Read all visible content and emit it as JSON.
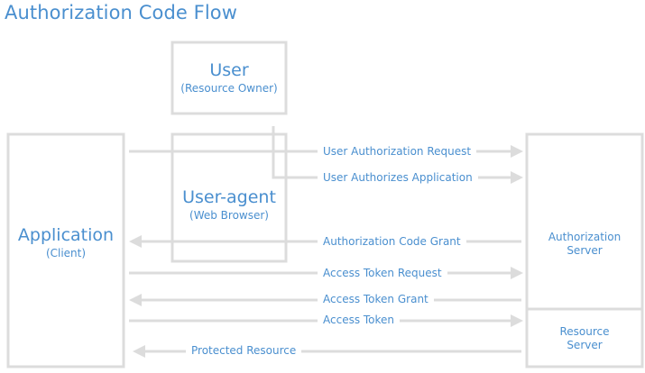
{
  "title": "Authorization Code Flow",
  "nodes": {
    "user": {
      "name": "User",
      "role": "(Resource Owner)"
    },
    "user_agent": {
      "name": "User-agent",
      "role": "(Web Browser)"
    },
    "application": {
      "name": "Application",
      "role": "(Client)"
    },
    "authorization_server": {
      "line1": "Authorization",
      "line2": "Server"
    },
    "resource_server": {
      "line1": "Resource",
      "line2": "Server"
    }
  },
  "flows": [
    "User Authorization Request",
    "User Authorizes Application",
    "Authorization Code Grant",
    "Access Token Request",
    "Access Token Grant",
    "Access Token",
    "Protected Resource"
  ],
  "colors": {
    "text": "#4a8fcf",
    "lines": "#dcdcdc"
  }
}
